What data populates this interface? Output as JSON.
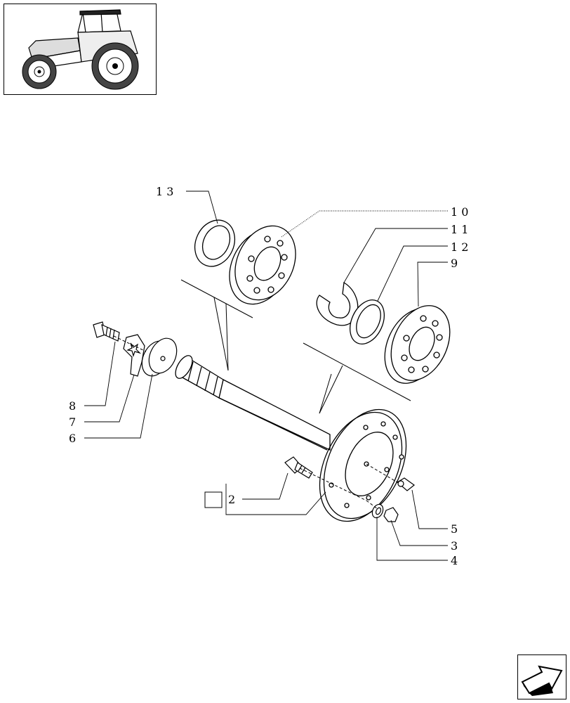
{
  "callouts": {
    "c13": "1 3",
    "c10": "1 0",
    "c11": "1 1",
    "c12": "1 2",
    "c9": "9",
    "c8": "8",
    "c7": "7",
    "c6": "6",
    "c2": "2",
    "c5": "5",
    "c3": "3",
    "c4": "4"
  },
  "icons": {
    "thumbnail": "tractor-thumbnail-icon",
    "nav": "next-page-arrow-icon"
  }
}
